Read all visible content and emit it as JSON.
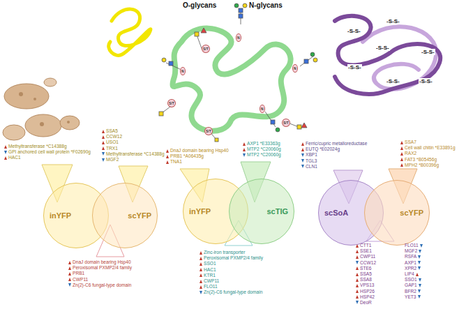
{
  "diagram": {
    "nodes": [
      {
        "text": [
          "inYFP"
        ]
      },
      {
        "text": [
          "scYFP"
        ]
      },
      {
        "text": [
          "inYFP"
        ]
      },
      {
        "text": [
          "scTIG"
        ]
      },
      {
        "text": [
          "scSoA"
        ]
      },
      {
        "text": [
          "scYFP"
        ]
      }
    ],
    "labels": [
      "O-glycans",
      "N-glycans",
      "S/T",
      "S/T",
      "S/T",
      "S/T",
      "N",
      "N",
      "N",
      "N",
      "-S-S-",
      "-S-S-",
      "-S-S-",
      "-S-S-",
      "-S-S-",
      "-S-S-",
      "-S-S-",
      "Methyltransferase *C14388g",
      "GPI anchored cell wall protein *F02690g",
      "HAC1",
      "SSA5",
      "CCW12",
      "USO1",
      "TRX1",
      "Methyltransferase *C14388g",
      "MGF2",
      "DnaJ domain bearing Hsp40",
      "Peroxisomal PXMP2/4 family",
      "PRB1",
      "CWP11",
      "Zn(2)-C6 fungal-type domain",
      "DnaJ domain bearing Hsp40",
      "PRB1 *A06435g",
      "TNA1",
      "AXP1 *E33363g",
      "MTP2 *C20060g",
      "MTP2 *C20060g",
      "Zinc-iron transporter",
      "Peroxisomal PXMP2/4 family",
      "SSO1",
      "HAC1",
      "KTR1",
      "CWP11",
      "FLO11",
      "Zn(2)-C6 fungal-type domain",
      "Ferric/cupric metalloreductase",
      "EUTQ *E02024g",
      "XBP1",
      "TGL3",
      "CLN1",
      "SSA7",
      "Cell wall chitin *E33891g",
      "RAX2",
      "FAT3 *B05456g",
      "MPH2 *B00396g",
      "CTT1",
      "SSE1",
      "CWP11",
      "CCW12",
      "STE6",
      "SSA5",
      "SSA8",
      "VPS13",
      "HSP26",
      "HSP42",
      "DeoR",
      "FLO11",
      "MGF2",
      "RSFA",
      "AXP1",
      "XPR2",
      "LIP4",
      "SSO1",
      "GAP1",
      "BFR2",
      "YET3"
    ]
  }
}
